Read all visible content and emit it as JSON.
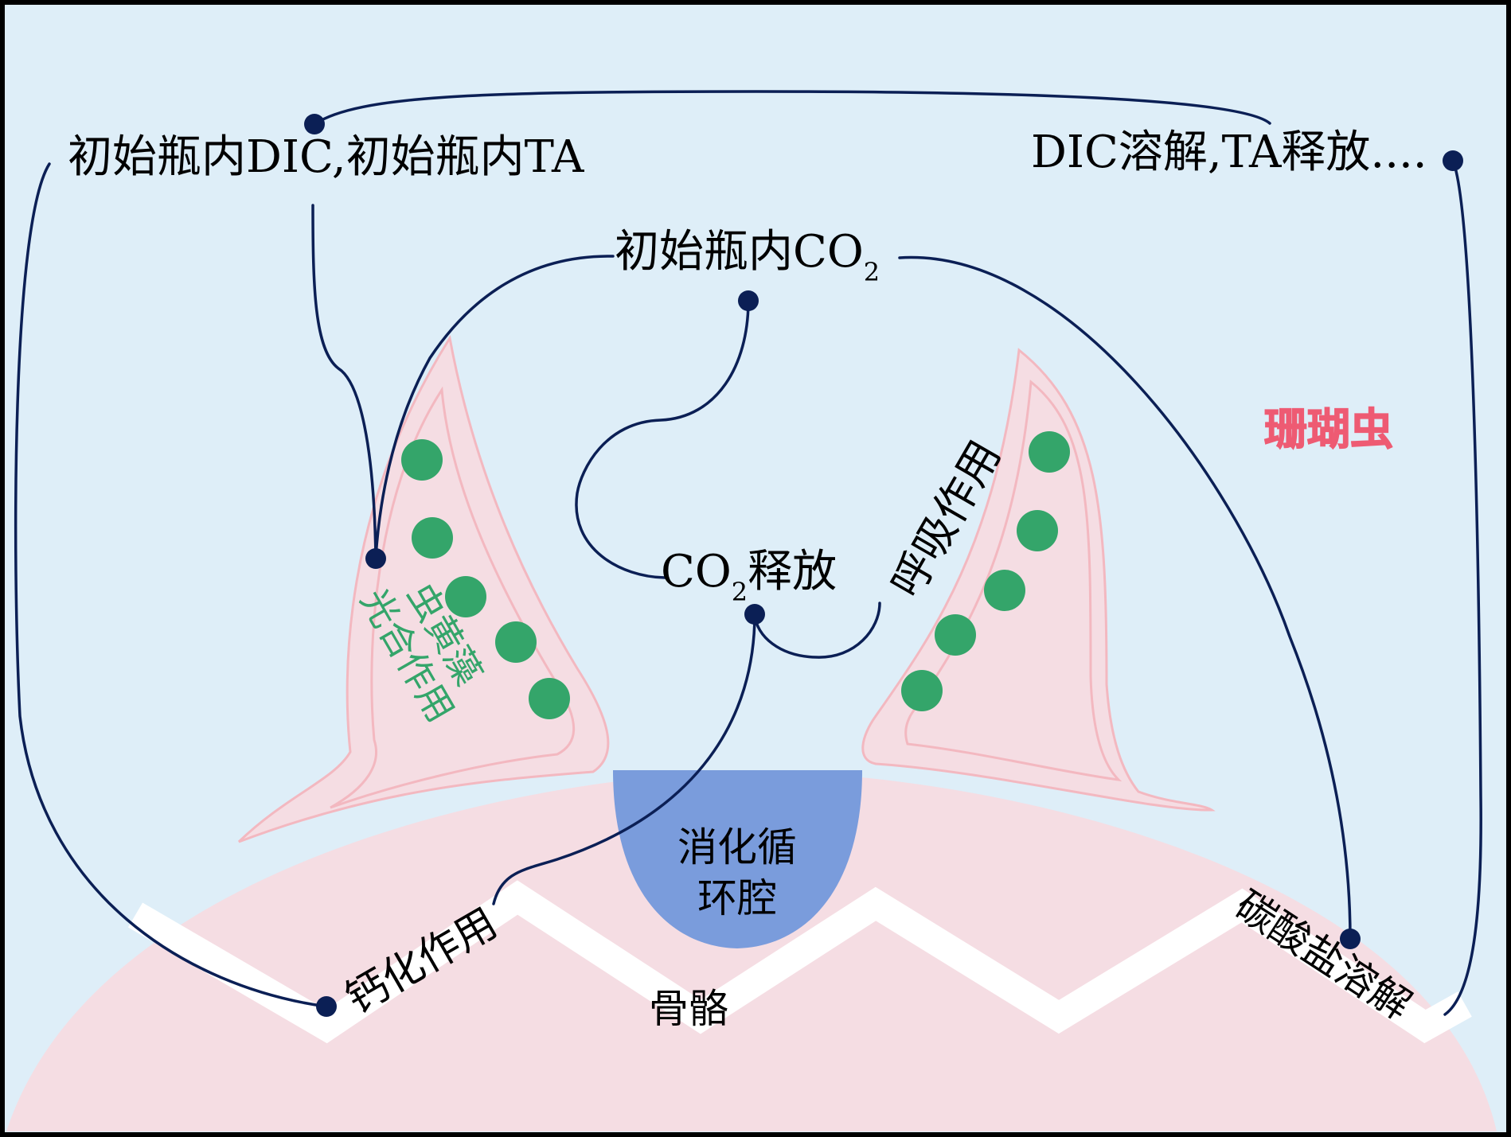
{
  "labels": {
    "top_left": "初始瓶内DIC,初始瓶内TA",
    "top_right": "DIC溶解,TA释放....",
    "co2_initial_main": "初始瓶内CO",
    "co2_initial_sub": "2",
    "co2_release_pre": "CO",
    "co2_release_sub": "2",
    "co2_release_post": "释放",
    "respiration": "呼吸作用",
    "coral": "珊瑚虫",
    "zoox_line1": "虫黄藻",
    "zoox_line2": "光合作用",
    "gastro_line1": "消化循",
    "gastro_line2": "环腔",
    "calcification": "钙化作用",
    "skeleton": "骨骼",
    "dissolution": "碳酸盐溶解"
  },
  "colors": {
    "background": "#deeef8",
    "border": "#000000",
    "tissue": "#f5dde3",
    "tissue_edge": "#f3b8c0",
    "zooxanthellae": "#34a56a",
    "cavity": "#7a9cdc",
    "skeleton_stripe": "#ffffff",
    "arrow": "#0b1f55",
    "coral_label": "#ee5b73",
    "zoox_label": "#34a56a",
    "text": "#000000"
  }
}
